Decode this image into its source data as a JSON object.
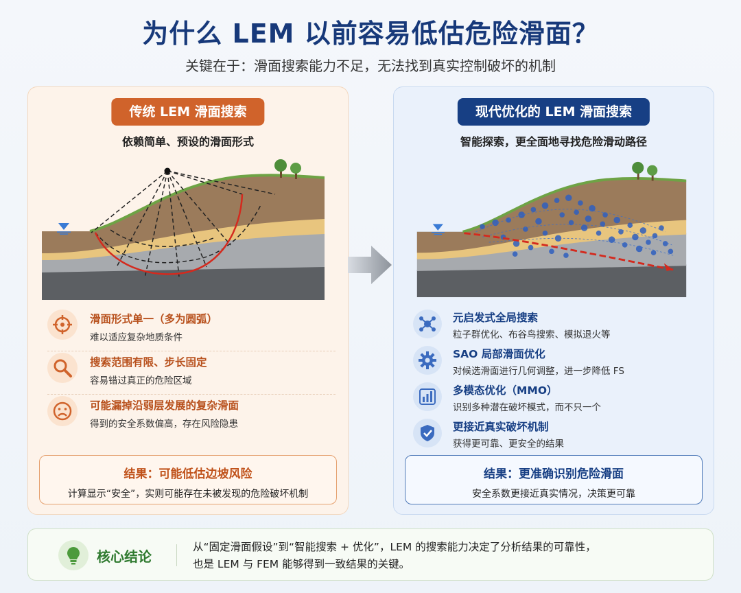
{
  "header": {
    "title": "为什么 LEM 以前容易低估危险滑面？",
    "subtitle": "关键在于：滑面搜索能力不足，无法找到真实控制破坏的机制"
  },
  "left": {
    "pill": "传统 LEM 滑面搜索",
    "sub": "依赖简单、预设的滑面形式",
    "items": [
      {
        "title": "滑面形式单一（多为圆弧）",
        "desc": "难以适应复杂地质条件",
        "icon": "target-icon"
      },
      {
        "title": "搜索范围有限、步长固定",
        "desc": "容易错过真正的危险区域",
        "icon": "search-icon"
      },
      {
        "title": "可能漏掉沿弱层发展的复杂滑面",
        "desc": "得到的安全系数偏高，存在风险隐患",
        "icon": "sad-face-icon"
      }
    ],
    "result": {
      "title": "结果：可能低估边坡风险",
      "desc": "计算显示“安全”，实则可能存在未被发现的危险破坏机制"
    }
  },
  "right": {
    "pill": "现代优化的 LEM 滑面搜索",
    "sub": "智能探索，更全面地寻找危险滑动路径",
    "items": [
      {
        "title": "元启发式全局搜索",
        "desc": "粒子群优化、布谷鸟搜索、模拟退火等",
        "icon": "network-icon"
      },
      {
        "title": "SAO 局部滑面优化",
        "desc": "对候选滑面进行几何调整，进一步降低 FS",
        "icon": "gear-icon"
      },
      {
        "title": "多模态优化（MMO）",
        "desc": "识别多种潜在破坏模式，而不只一个",
        "icon": "bar-chart-icon"
      },
      {
        "title": "更接近真实破坏机制",
        "desc": "获得更可靠、更安全的结果",
        "icon": "shield-check-icon"
      }
    ],
    "result": {
      "title": "结果：更准确识别危险滑面",
      "desc": "安全系数更接近真实情况，决策更可靠"
    }
  },
  "core": {
    "label": "核心结论",
    "line1": "从“固定滑面假设”到“智能搜索 + 优化”，LEM 的搜索能力决定了分析结果的可靠性，",
    "line2": "也是 LEM 与 FEM 能够得到一致结果的关键。",
    "icon": "lightbulb-icon"
  },
  "colors": {
    "title": "#17397a",
    "left_accent": "#d0632b",
    "right_accent": "#173f84",
    "core_accent": "#2f7a2f",
    "slip_red": "#d42a1e"
  }
}
